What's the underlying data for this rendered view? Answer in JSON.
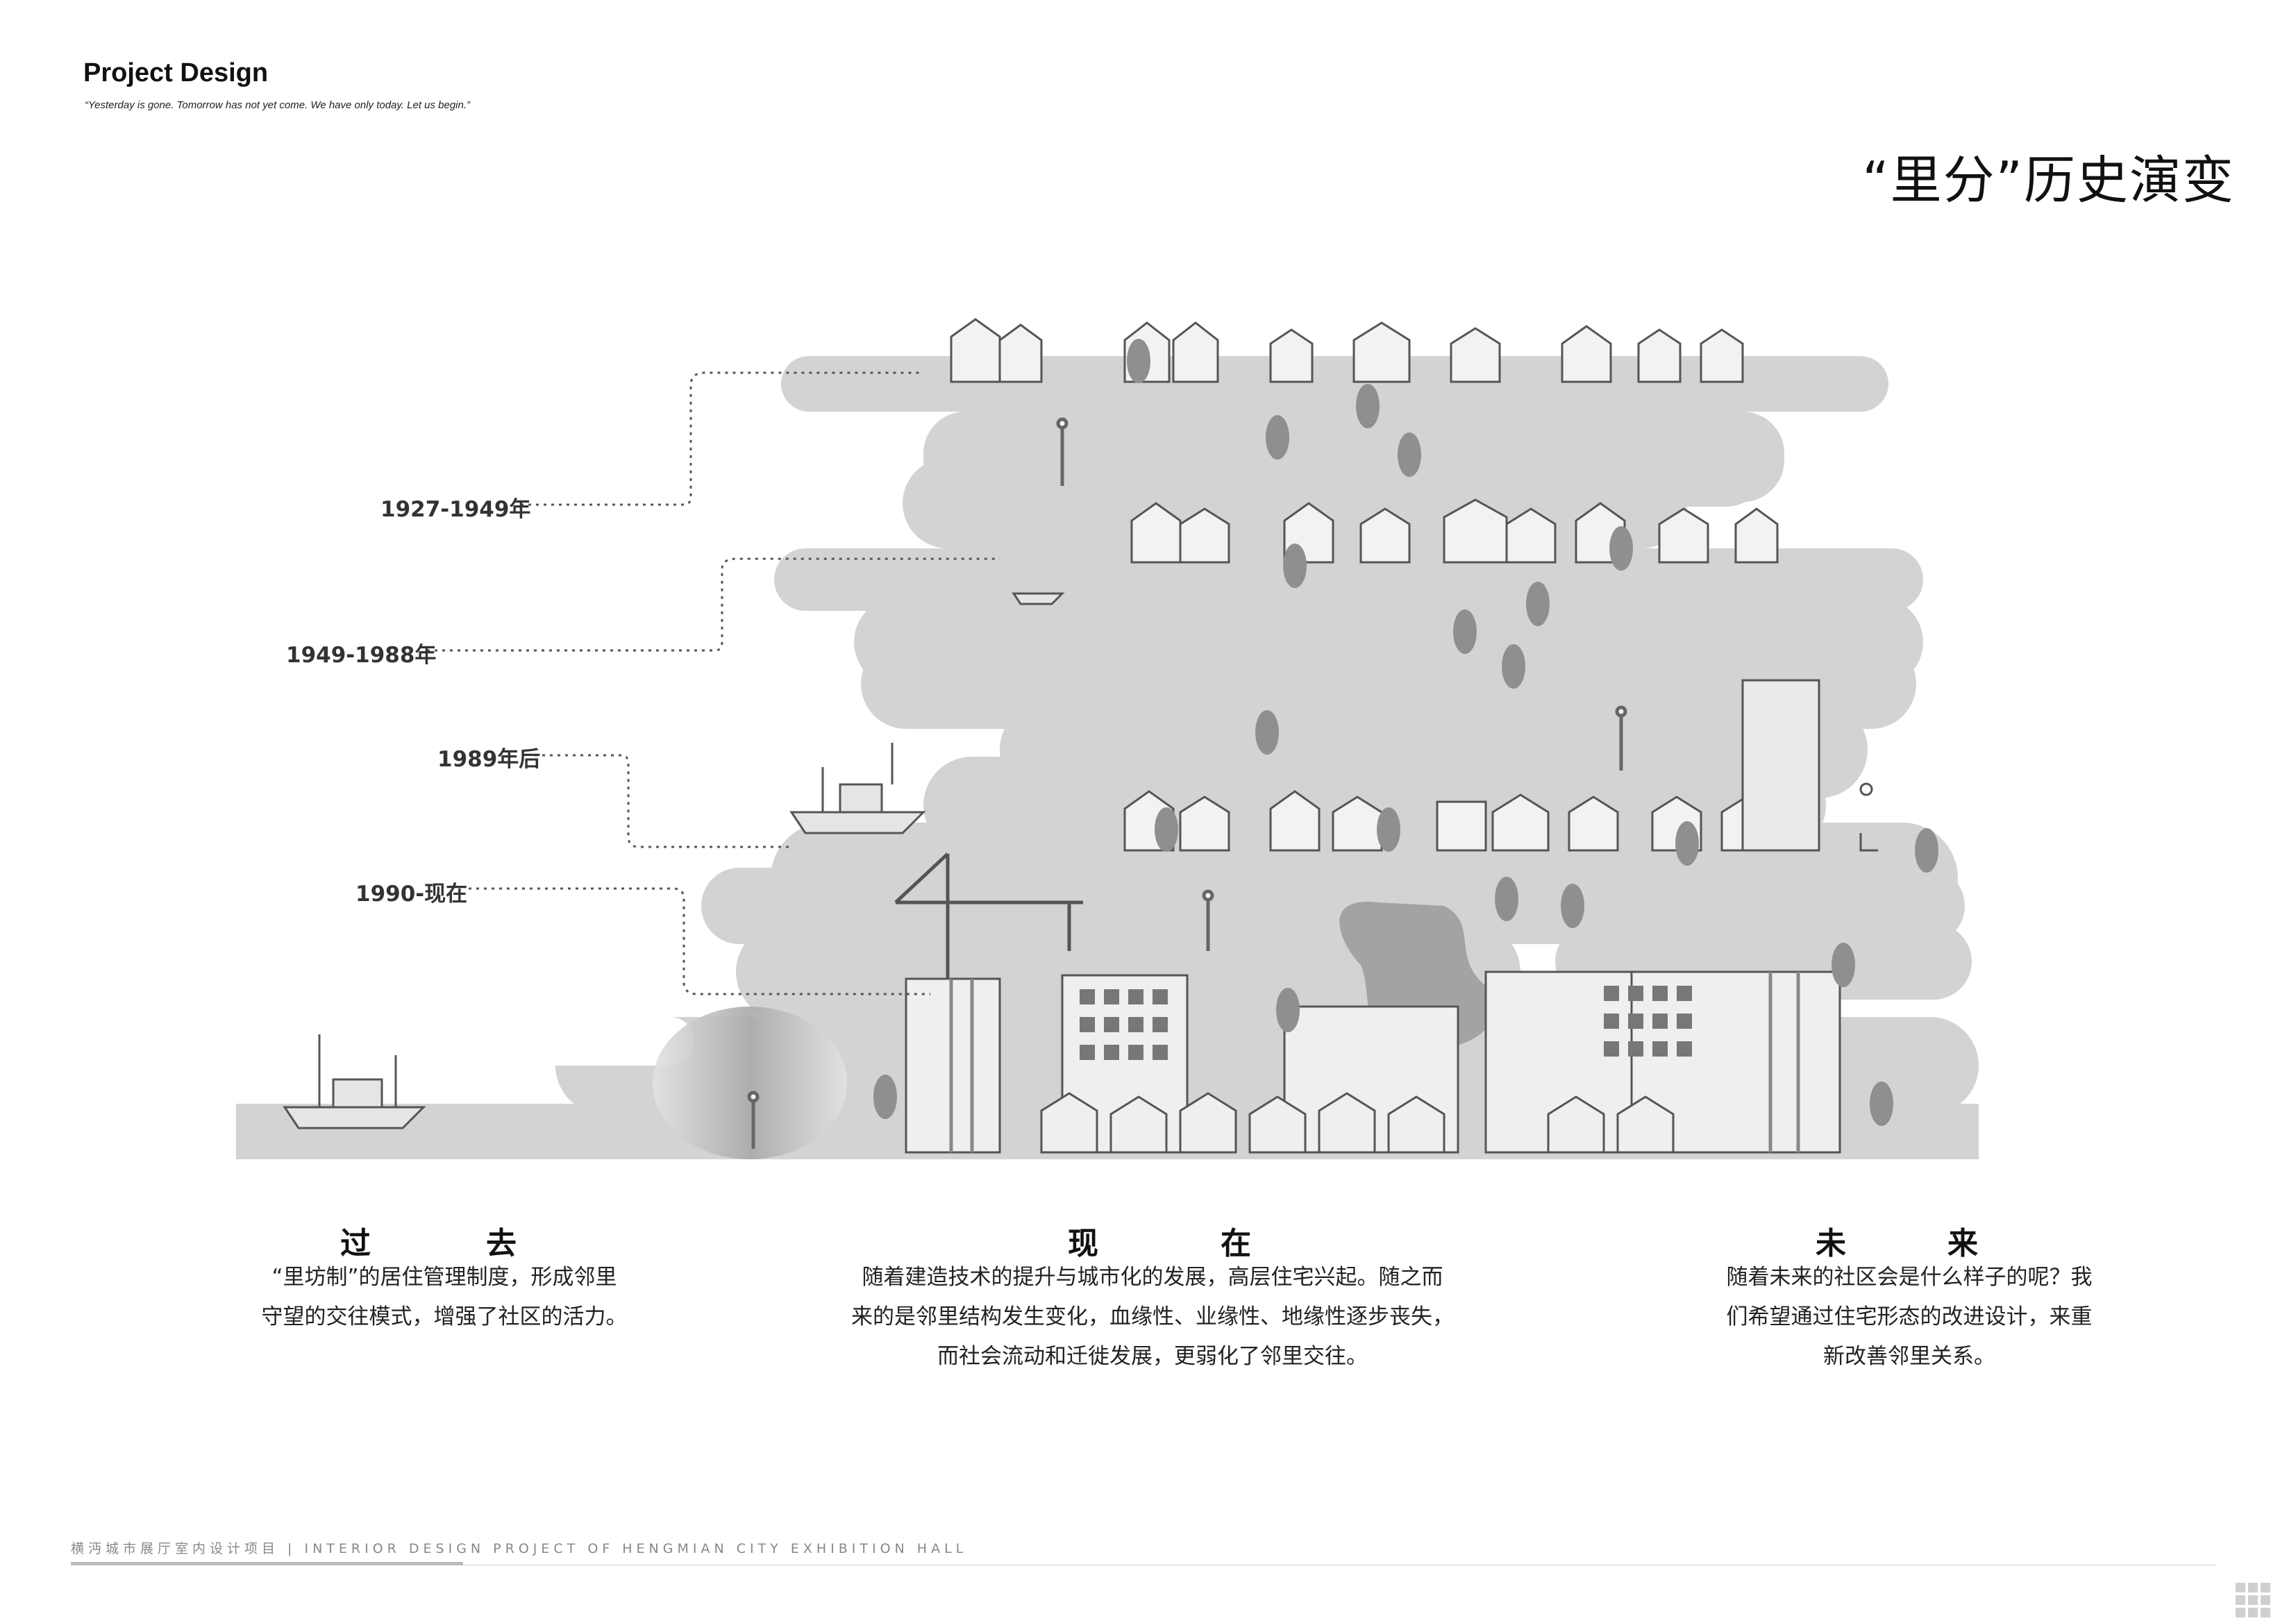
{
  "header": {
    "title": "Project Design",
    "quote": "“Yesterday is gone. Tomorrow has not yet come. We have only today. Let us begin.”"
  },
  "main_title": "“里分”历史演变",
  "eras": [
    "1927-1949年",
    "1949-1988年",
    "1989年后",
    "1990-现在"
  ],
  "columns": [
    {
      "heading": [
        "过",
        "去"
      ],
      "lines": [
        "“里坊制”的居住管理制度，形成邻里",
        "守望的交往模式，增强了社区的活力。"
      ]
    },
    {
      "heading": [
        "现",
        "在"
      ],
      "lines": [
        "随着建造技术的提升与城市化的发展，高层住宅兴起。随之而",
        "来的是邻里结构发生变化，血缘性、业缘性、地缘性逐步丧失，",
        "而社会流动和迁徙发展，更弱化了邻里交往。"
      ]
    },
    {
      "heading": [
        "未",
        "来"
      ],
      "lines": [
        "随着未来的社区会是什么样子的呢？我",
        "们希望通过住宅形态的改进设计，来重",
        "新改善邻里关系。"
      ]
    }
  ],
  "footer": {
    "text": "横沔城市展厅室内设计项目 | INTERIOR DESIGN PROJECT OF HENGMIAN CITY EXHIBITION HALL"
  },
  "colors": {
    "band_fill": "#d2d2d2",
    "band_dark": "#bdbdbd",
    "building": "#f2f2f2",
    "outline": "#555555"
  }
}
